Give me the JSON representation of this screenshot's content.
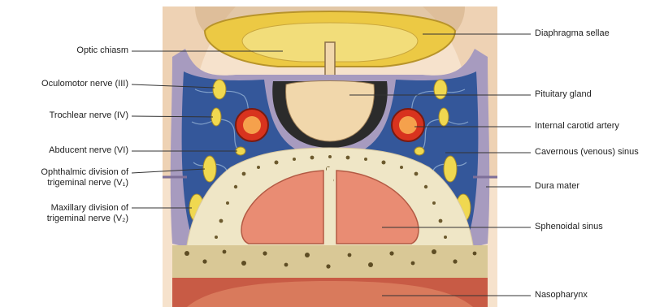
{
  "labels_left": [
    {
      "id": "optic-chiasm",
      "lines": [
        "Optic chiasm"
      ]
    },
    {
      "id": "oculomotor",
      "lines": [
        "Oculomotor nerve (III)"
      ]
    },
    {
      "id": "trochlear",
      "lines": [
        "Trochlear nerve (IV)"
      ]
    },
    {
      "id": "abducent",
      "lines": [
        "Abducent nerve (VI)"
      ]
    },
    {
      "id": "ophthalmic",
      "lines": [
        "Ophthalmic division of",
        "trigeminal nerve (V₁)"
      ]
    },
    {
      "id": "maxillary",
      "lines": [
        "Maxillary division of",
        "trigeminal nerve (V₂)"
      ]
    }
  ],
  "labels_right": [
    {
      "id": "diaphragma",
      "lines": [
        "Diaphragma sellae"
      ]
    },
    {
      "id": "pituitary",
      "lines": [
        "Pituitary gland"
      ]
    },
    {
      "id": "carotid",
      "lines": [
        "Internal carotid artery"
      ]
    },
    {
      "id": "cavernous",
      "lines": [
        "Cavernous (venous) sinus"
      ]
    },
    {
      "id": "dura",
      "lines": [
        "Dura mater"
      ]
    },
    {
      "id": "sphenoidal",
      "lines": [
        "Sphenoidal sinus"
      ]
    },
    {
      "id": "nasopharynx",
      "lines": [
        "Nasopharynx"
      ]
    }
  ],
  "colors": {
    "background": "#f6e2cc",
    "dura_purple": "#a79bbf",
    "venous_blue": "#34579a",
    "venous_light": "#8aa8cf",
    "nerve_yellow": "#f0d850",
    "artery_red": "#d8331e",
    "artery_orange": "#f5a14c",
    "pituitary": "#f1d7ab",
    "diaphragma_yellow": "#ecc944",
    "bone_cream": "#efe6c6",
    "bone_spots": "#6c5a2e",
    "sinus_pink": "#e98c73",
    "nasopharynx_red": "#c85b45",
    "leader_line": "#333333"
  }
}
